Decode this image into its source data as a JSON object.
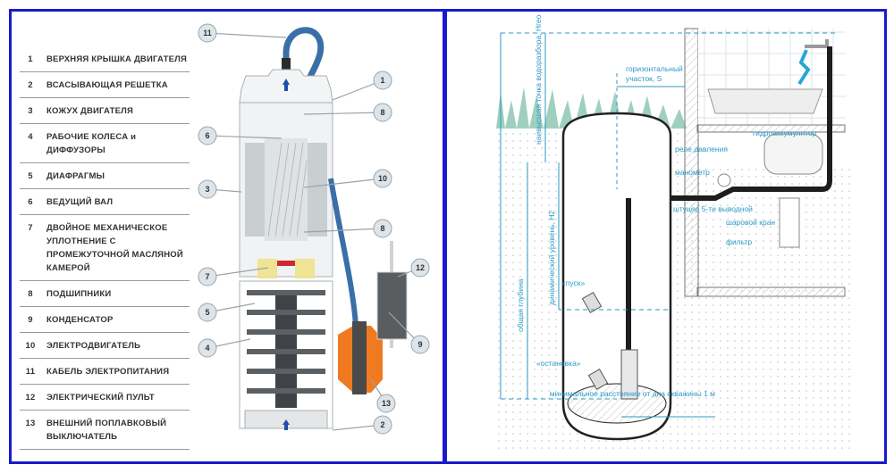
{
  "left_panel": {
    "title": "Устройство погружного насоса",
    "legend": [
      {
        "num": "1",
        "text": "ВЕРХНЯЯ КРЫШКА ДВИГАТЕЛЯ"
      },
      {
        "num": "2",
        "text": "ВСАСЫВАЮЩАЯ РЕШЕТКА"
      },
      {
        "num": "3",
        "text": "КОЖУХ ДВИГАТЕЛЯ"
      },
      {
        "num": "4",
        "text": "РАБОЧИЕ КОЛЕСА и ДИФФУЗОРЫ"
      },
      {
        "num": "5",
        "text": "ДИАФРАГМЫ"
      },
      {
        "num": "6",
        "text": "ВЕДУЩИЙ ВАЛ"
      },
      {
        "num": "7",
        "text": "ДВОЙНОЕ МЕХАНИЧЕСКОЕ УПЛОТНЕНИЕ С ПРОМЕЖУТОЧНОЙ МАСЛЯНОЙ КАМЕРОЙ"
      },
      {
        "num": "8",
        "text": "ПОДШИПНИКИ"
      },
      {
        "num": "9",
        "text": "КОНДЕНСАТОР"
      },
      {
        "num": "10",
        "text": "ЭЛЕКТРОДВИГАТЕЛЬ"
      },
      {
        "num": "11",
        "text": "КАБЕЛЬ ЭЛЕКТРОПИТАНИЯ"
      },
      {
        "num": "12",
        "text": "ЭЛЕКТРИЧЕСКИЙ ПУЛЬТ"
      },
      {
        "num": "13",
        "text": "ВНЕШНИЙ ПОПЛАВКОВЫЙ ВЫКЛЮЧАТЕЛЬ"
      }
    ],
    "callouts": [
      "11",
      "1",
      "8",
      "6",
      "10",
      "3",
      "8",
      "7",
      "5",
      "4",
      "12",
      "9",
      "13",
      "2"
    ]
  },
  "right_panel": {
    "labels": {
      "suction_point": "наивысшая точка водоразбора, Hгео",
      "horizontal": "горизонтальный участок, S",
      "accumulator": "гидроаккумулятор",
      "pressure_relay": "реле давления",
      "manometer": "манометр",
      "fitting": "штуцер 5-ти выводной",
      "ball_valve": "шаровой кран",
      "filter": "фильтр",
      "start": "«пуск»",
      "stop": "«остановка»",
      "dynamic_level": "динамический уровень, H2",
      "total_depth": "общая глубина",
      "min_distance": "минимальное расстояние от дна скважины 1 м"
    }
  },
  "colors": {
    "frame": "#1a1acc",
    "cable": "#3a6fa8",
    "float": "#f07a20",
    "annotation": "#2a9ac4",
    "grass": "#9fd0bf"
  }
}
